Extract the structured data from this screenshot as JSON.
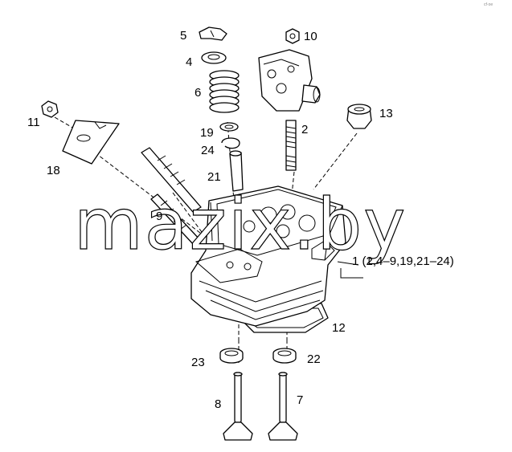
{
  "corner_mark": "cf·oe",
  "watermark": "mazix.by",
  "callouts": {
    "n5": "5",
    "n10": "10",
    "n4": "4",
    "n6": "6",
    "n13": "13",
    "n11": "11",
    "n19": "19",
    "n2": "2",
    "n24": "24",
    "n18": "18",
    "n21": "21",
    "n9": "9",
    "assembly": "1 (2,4–9,19,21–24)",
    "n12": "12",
    "n23": "23",
    "n22": "22",
    "n8": "8",
    "n7": "7"
  },
  "icons": [
    "cylinder-head-assembly",
    "nut",
    "valve-spring",
    "spring-seat",
    "valve-keepers",
    "injector-clamp",
    "fuel-injector",
    "stud",
    "valve-guide",
    "plug",
    "gasket",
    "valve-seat-insert",
    "intake-valve",
    "exhaust-valve"
  ]
}
